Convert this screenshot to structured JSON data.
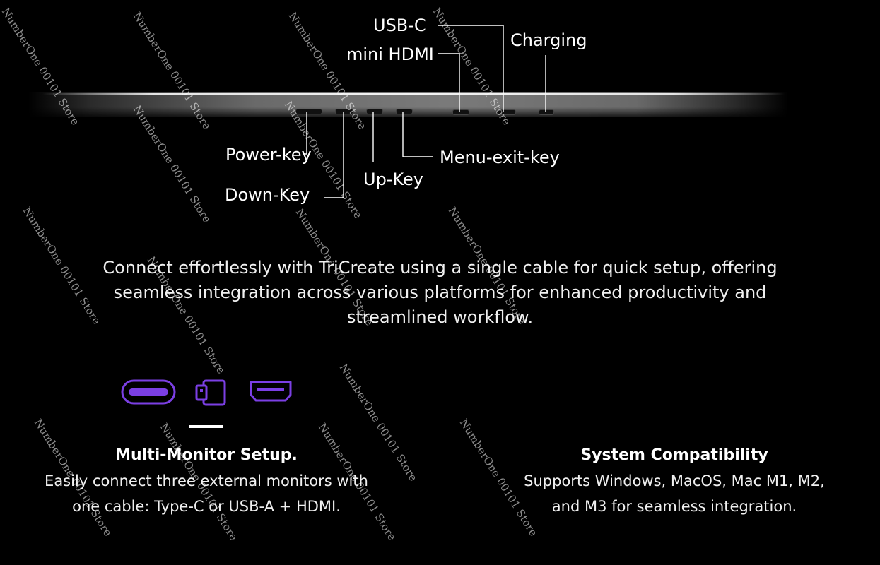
{
  "ports": {
    "usb_c": "USB-C",
    "mini_hdmi": "mini HDMI",
    "charging": "Charging"
  },
  "keys": {
    "power": "Power-key",
    "down": "Down-Key",
    "up": "Up-Key",
    "menu_exit": "Menu-exit-key"
  },
  "intro": "Connect effortlessly with TriCreate using a single cable for quick setup, offering seamless integration across various platforms for enhanced productivity and streamlined workflow.",
  "icons": [
    "usb-c-port-icon",
    "usb-port-icon",
    "hdmi-port-icon"
  ],
  "colors": {
    "accent": "#7b3fe4"
  },
  "features": {
    "left": {
      "title": "Multi-Monitor Setup.",
      "line1": "Easily connect three external monitors with",
      "line2": "one cable: Type-C or USB-A + HDMI."
    },
    "right": {
      "title": "System Compatibility",
      "line1": "Supports Windows, MacOS, Mac M1, M2,",
      "line2": "and M3 for seamless integration."
    }
  },
  "watermark": "NumberOne 00101 Store"
}
